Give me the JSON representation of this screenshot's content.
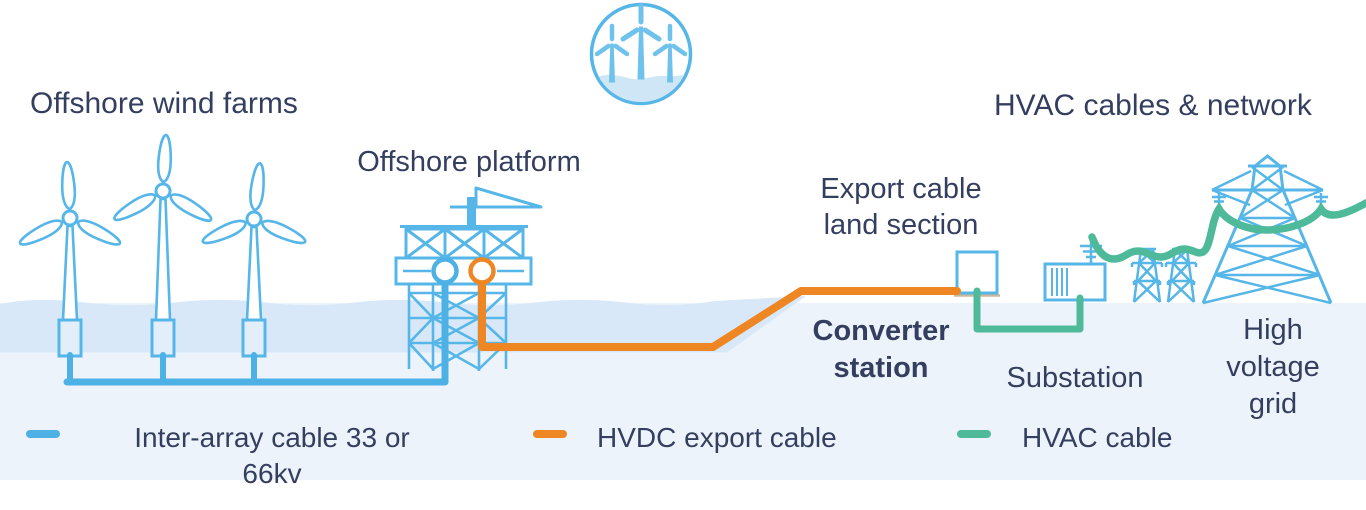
{
  "diagram_title_implicit": "Offshore wind HVDC transmission diagram",
  "colors": {
    "text_navy": "#343f60",
    "structure_blue": "#56b6e8",
    "inter_array_cable_blue": "#4db1e6",
    "hvdc_cable_orange": "#ee8723",
    "hvac_cable_green": "#4eba9a",
    "sea_fill": "#d8e8f8",
    "land_fill": "#edf3fa"
  },
  "labels": {
    "offshore_wind_farms": "Offshore wind farms",
    "offshore_platform": "Offshore platform",
    "hvac_network": "HVAC cables & network",
    "export_cable": {
      "line1": "Export cable",
      "line2": "land section"
    },
    "converter_station": {
      "line1": "Converter",
      "line2": "station"
    },
    "substation": "Substation",
    "high_voltage_grid": {
      "line1": "High",
      "line2": "voltage",
      "line3": "grid"
    }
  },
  "legend": {
    "items": [
      {
        "label_line1": "Inter-array cable 33 or",
        "label_line2": "66kv",
        "color": "#4db1e6"
      },
      {
        "label": "HVDC export cable",
        "color": "#ee8723"
      },
      {
        "label": "HVAC cable",
        "color": "#4eba9a"
      }
    ]
  },
  "icons": [
    "offshore-wind-farm-icon",
    "wind-turbine-icon",
    "offshore-platform-icon",
    "converter-station-icon",
    "substation-icon",
    "pylon-icon",
    "high-voltage-tower-icon"
  ]
}
